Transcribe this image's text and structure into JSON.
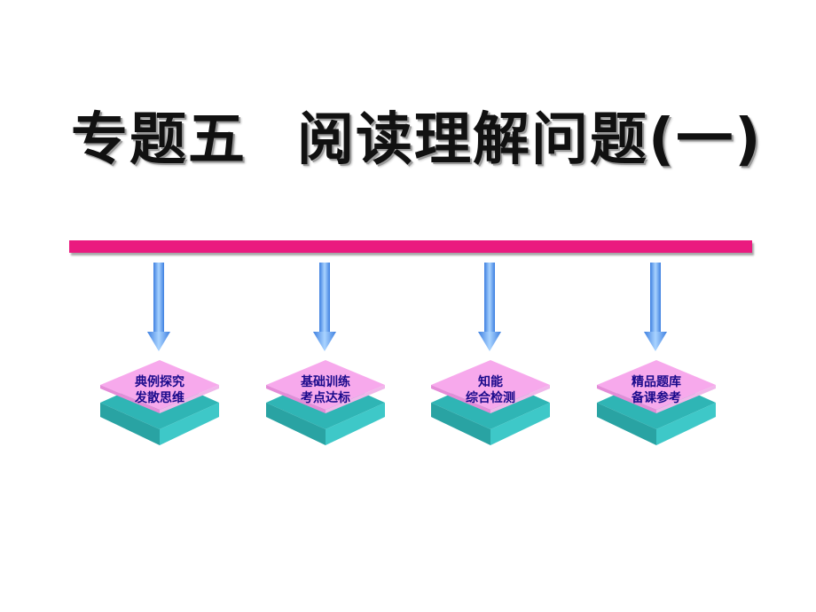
{
  "title": {
    "part1": "专题五",
    "part2": "阅读理解问题(一)"
  },
  "nodes": [
    {
      "line1": "典例探究",
      "line2": "发散思维"
    },
    {
      "line1": "基础训练",
      "line2": "考点达标"
    },
    {
      "line1": "知能",
      "line2": "综合检测"
    },
    {
      "line1": "精品题库",
      "line2": "备课参考"
    }
  ],
  "colors": {
    "bar": "#ea1a7f",
    "arrow": "#6aa8f0",
    "diamond_top": "#f7a9ec",
    "diamond_base": "#3ec8c8",
    "label_text": "#1a0a8c"
  }
}
